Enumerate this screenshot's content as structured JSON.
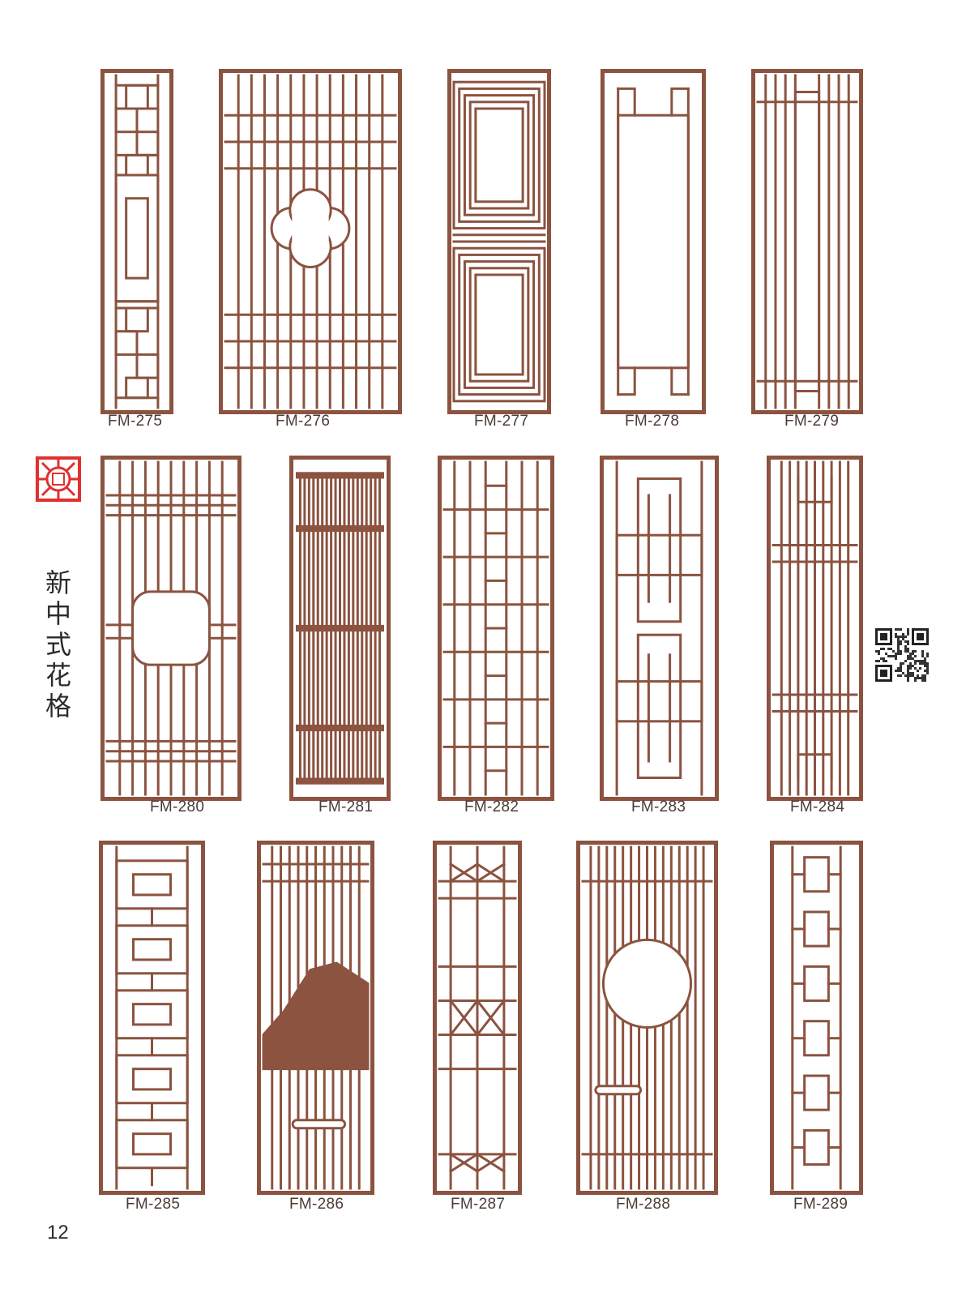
{
  "page": {
    "section_title": "新中式花格",
    "page_number": "12"
  },
  "colors": {
    "frame": "#8b5340",
    "background": "#ffffff",
    "emblem": "#e03030",
    "text": "#2b2b2b"
  },
  "panels": [
    {
      "code": "FM-275",
      "pattern": "rect-knot"
    },
    {
      "code": "FM-276",
      "pattern": "vertical-quatrefoil"
    },
    {
      "code": "FM-277",
      "pattern": "nested-rect"
    },
    {
      "code": "FM-278",
      "pattern": "frame-corners"
    },
    {
      "code": "FM-279",
      "pattern": "vertical-lines"
    },
    {
      "code": "FM-280",
      "pattern": "grid-medallion"
    },
    {
      "code": "FM-281",
      "pattern": "slat-bands"
    },
    {
      "code": "FM-282",
      "pattern": "grid-lattice"
    },
    {
      "code": "FM-283",
      "pattern": "offset-rect"
    },
    {
      "code": "FM-284",
      "pattern": "vertical-fret"
    },
    {
      "code": "FM-285",
      "pattern": "key-fret"
    },
    {
      "code": "FM-286",
      "pattern": "mountain-slats"
    },
    {
      "code": "FM-287",
      "pattern": "cross-lattice"
    },
    {
      "code": "FM-288",
      "pattern": "moon-gate"
    },
    {
      "code": "FM-289",
      "pattern": "chain-lattice"
    }
  ],
  "icons": {
    "emblem": "chinese-window-emblem-icon",
    "qr": "qr-code-icon"
  }
}
